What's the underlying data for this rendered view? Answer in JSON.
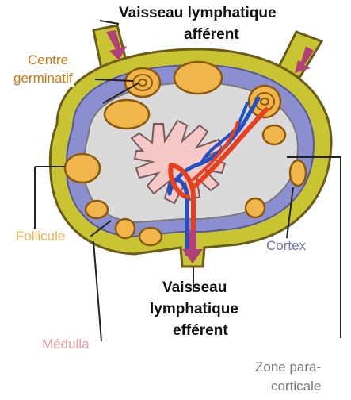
{
  "labels": {
    "afferent_line1": "Vaisseau lymphatique",
    "afferent_line2": "afférent",
    "centre_line1": "Centre",
    "centre_line2": "germinatif",
    "follicule": "Follicule",
    "cortex": "Cortex",
    "efferent_line1": "Vaisseau",
    "efferent_line2": "lymphatique",
    "efferent_line3": "efférent",
    "medulla": "Médulla",
    "zone_line1": "Zone para-",
    "zone_line2": "corticale"
  },
  "colors": {
    "capsule": "#c9c431",
    "capsule_stroke": "#6a5c1a",
    "cortex": "#8b8fd0",
    "paracortex": "#dadada",
    "medulla": "#f6c9c9",
    "follicle": "#f2b54b",
    "follicle_stroke": "#8a5a0a",
    "artery": "#e8401c",
    "vein": "#2050c8",
    "arrow": "#b0407a"
  }
}
